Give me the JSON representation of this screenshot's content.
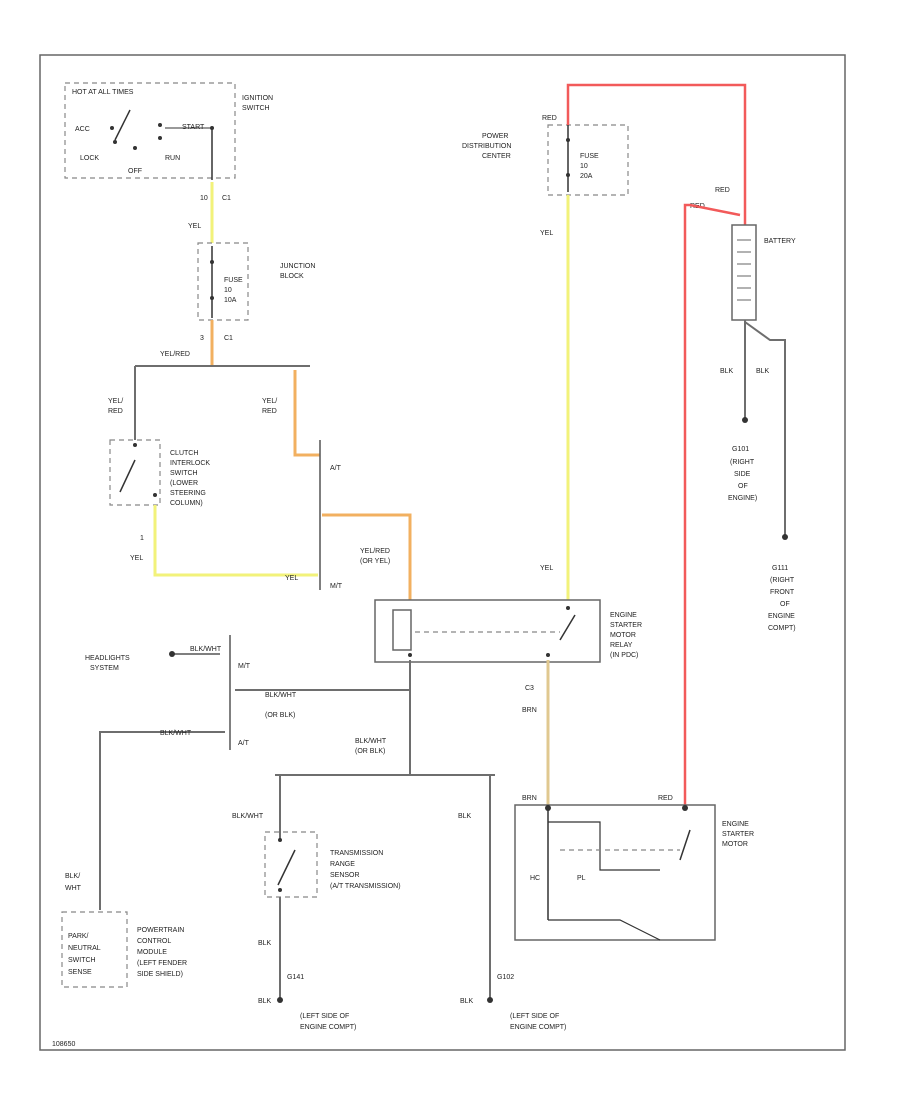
{
  "labels": {
    "hot_at_all_times": "HOT AT ALL TIMES",
    "acc": "ACC",
    "start": "START",
    "lock": "LOCK",
    "run": "RUN",
    "off": "OFF",
    "ignition_switch": [
      "IGNITION",
      "SWITCH"
    ],
    "c1_top": "C1",
    "pin_10": "10",
    "yel_1": "YEL",
    "junction_block": [
      "JUNCTION",
      "BLOCK"
    ],
    "fuse_10": [
      "FUSE",
      "10",
      "10A"
    ],
    "pin_3": "3",
    "c1_bottom": "C1",
    "yel_red_1": "YEL/RED",
    "yel_red_left": [
      "YEL/",
      "RED"
    ],
    "yel_red_right": [
      "YEL/",
      "RED"
    ],
    "clutch_switch": [
      "CLUTCH",
      "INTERLOCK",
      "SWITCH",
      "(LOWER",
      "STEERING",
      "COLUMN)"
    ],
    "pin_1": "1",
    "yel_2": "YEL",
    "yel_3": "YEL",
    "mt_1": "M/T",
    "at_1": "A/T",
    "yel_red_or_yel": [
      "YEL/RED",
      "(OR YEL)"
    ],
    "power_dist": [
      "POWER",
      "DISTRIBUTION",
      "CENTER"
    ],
    "red_1": "RED",
    "fuse_pdc": [
      "FUSE",
      "10",
      "20A"
    ],
    "yel_4": "YEL",
    "yel_5": "YEL",
    "red_2": "RED",
    "red_3": "RED",
    "battery": "BATTERY",
    "blk_1": "BLK",
    "blk_2": "BLK",
    "g101": "G101",
    "g101_loc": [
      "(RIGHT",
      "SIDE",
      "OF",
      "ENGINE)"
    ],
    "g111": "G111",
    "g111_loc": [
      "(RIGHT",
      "FRONT",
      "OF",
      "ENGINE",
      "COMPT)"
    ],
    "relay": [
      "ENGINE",
      "STARTER",
      "MOTOR",
      "RELAY",
      "(IN PDC)"
    ],
    "headlights": [
      "HEADLIGHTS",
      "SYSTEM"
    ],
    "blk_wht_1": "BLK/WHT",
    "mt_2": "M/T",
    "blk_wht_or_blk_1": [
      "BLK/WHT",
      "(OR BLK)"
    ],
    "blk_wht_2": "BLK/WHT",
    "at_2": "A/T",
    "c3": "C3",
    "brn": "BRN",
    "blk_wht_or_blk_2": [
      "BLK/WHT",
      "(OR BLK)"
    ],
    "blk_wht_3": "BLK/WHT",
    "blk_3": "BLK",
    "brn_2": "BRN",
    "red_4": "RED",
    "trs": [
      "TRANSMISSION",
      "RANGE",
      "SENSOR",
      "(A/T TRANSMISSION)"
    ],
    "starter_motor": [
      "ENGINE",
      "STARTER",
      "MOTOR"
    ],
    "hc": "HC",
    "pl": "PL",
    "blk_wht_4": [
      "BLK/",
      "WHT"
    ],
    "pcm": [
      "PARK/",
      "NEUTRAL",
      "SWITCH",
      "SENSE"
    ],
    "pcm_name": [
      "POWERTRAIN",
      "CONTROL",
      "MODULE",
      "(LEFT FENDER",
      "SIDE SHIELD)"
    ],
    "blk_4": "BLK",
    "blk_5": "BLK",
    "blk_6": "BLK",
    "g141": "G141",
    "g102": "G102",
    "left_engine_1": [
      "(LEFT SIDE OF",
      "ENGINE COMPT)"
    ],
    "left_engine_2": [
      "(LEFT SIDE OF",
      "ENGINE COMPT)"
    ],
    "fig_code": "108650"
  },
  "colors": {
    "yellow_wire": "#f2f27a",
    "red_wire": "#f25a5a",
    "orange_wire": "#f2b060",
    "brown_wire": "#e0c890",
    "black_wire": "#6e6e6e"
  }
}
